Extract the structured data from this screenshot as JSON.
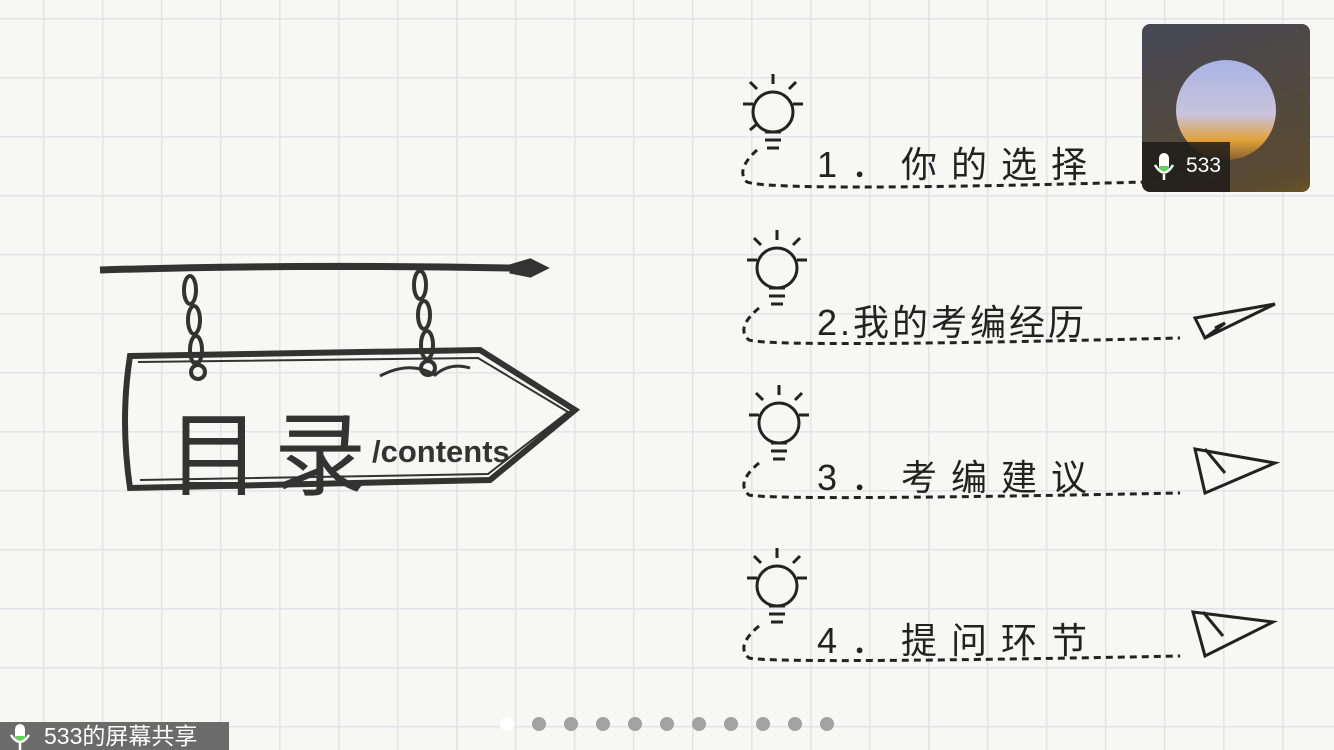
{
  "sign": {
    "title": "目录",
    "subtitle": "/contents"
  },
  "items": [
    {
      "label": "1．你的选择"
    },
    {
      "label": "2.我的考编经历"
    },
    {
      "label": "3．考编建议"
    },
    {
      "label": "4．提问环节"
    }
  ],
  "video": {
    "name": "533"
  },
  "share": {
    "label": "533的屏幕共享"
  },
  "pager": {
    "total": 11,
    "current": 1
  },
  "colors": {
    "mic_level": "#5fd25a",
    "ink": "#222222"
  }
}
